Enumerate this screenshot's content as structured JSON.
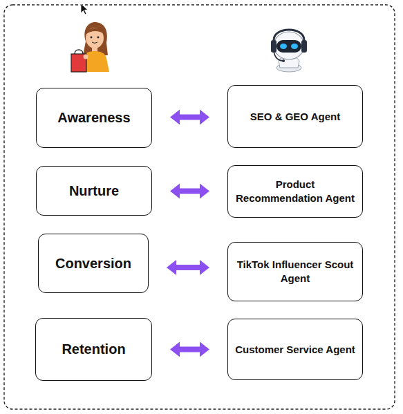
{
  "diagram": {
    "nodes": [
      {
        "text": [
          "Awareness"
        ]
      },
      {
        "text": [
          "SEO & GEO Agent"
        ]
      },
      {
        "text": [
          "Nurture"
        ]
      },
      {
        "text": [
          "Product Recommendation Agent"
        ]
      },
      {
        "text": [
          "Conversion"
        ]
      },
      {
        "text": [
          "TikTok Influencer Scout Agent"
        ]
      },
      {
        "text": [
          "Retention"
        ]
      },
      {
        "text": [
          "Customer Service Agent"
        ]
      }
    ],
    "edges": [
      {
        "from": 0,
        "to": 1,
        "arrow": "both"
      },
      {
        "from": 2,
        "to": 3,
        "arrow": "both"
      },
      {
        "from": 4,
        "to": 5,
        "arrow": "both"
      },
      {
        "from": 6,
        "to": 7,
        "arrow": "both"
      }
    ]
  }
}
